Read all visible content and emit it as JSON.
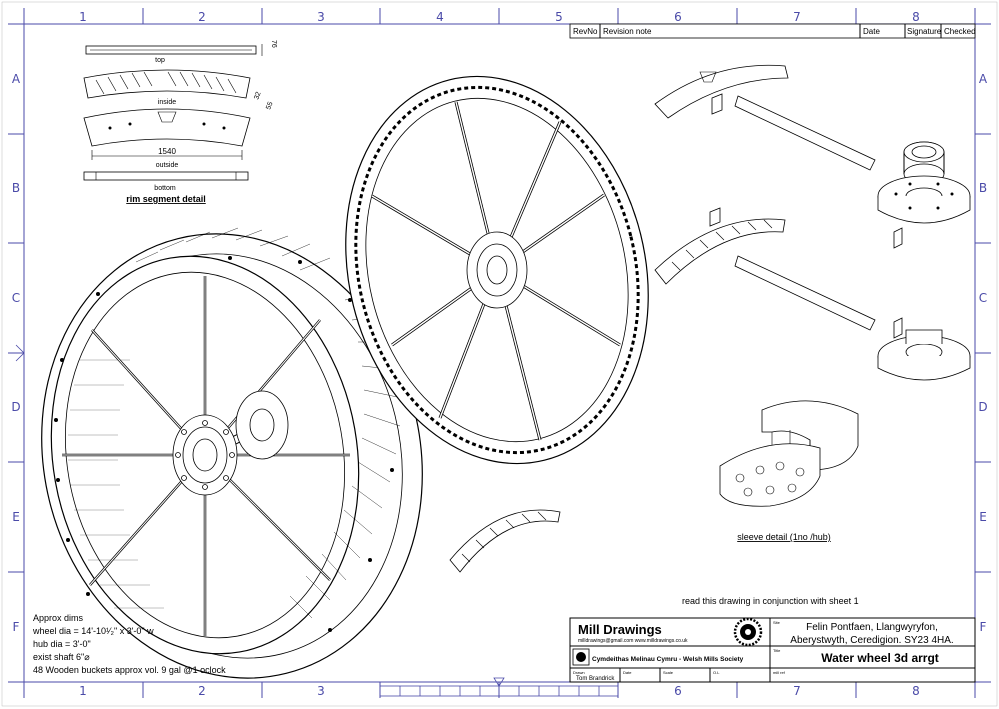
{
  "grid": {
    "columns": [
      "1",
      "2",
      "3",
      "4",
      "5",
      "6",
      "7",
      "8"
    ],
    "rows": [
      "A",
      "B",
      "C",
      "D",
      "E",
      "F"
    ]
  },
  "revision_table": {
    "rev_no": "RevNo",
    "revision_note": "Revision note",
    "date": "Date",
    "signature": "Signature",
    "checked": "Checked"
  },
  "rim_detail": {
    "dim_76": "76",
    "label_top": "top",
    "label_inside": "inside",
    "dim_32": "32",
    "dim_55": "55",
    "dim_1540": "1540",
    "label_outside": "outside",
    "label_bottom": "bottom",
    "title": "rim segment detail"
  },
  "sleeve_detail": "sleeve detail (1no /hub)",
  "note_sheet": "read this drawing in conjunction with sheet 1",
  "approx_dims": {
    "heading": "Approx dims",
    "wheel_dia": "wheel dia = 14'-10¹⁄₂\" x 3'-0\" w",
    "hub_dia": "hub dia = 3'-0\"",
    "shaft": "exist shaft 6\"⌀",
    "buckets": "48 Wooden buckets approx vol. 9 gal @1 oclock"
  },
  "title_block": {
    "company": "Mill Drawings",
    "contact": "milldrawings@gmail.com  www.milldrawings.co.uk",
    "society": "Cymdeithas Melinau Cymru - Welsh Mills Society",
    "location_line1": "Felin Pontfaen, Llangwyryfon,",
    "location_line2": "Aberystwyth, Ceredigion. SY23 4HA.",
    "drawing_title": "Water wheel 3d arrgt",
    "drawn_label": "Drawn",
    "drawn_by": "Tom Brandrick",
    "date_label": "Date",
    "scale_label": "Scale",
    "ol_label": "O.L",
    "ref_label": "mill ref",
    "title_label": "Title",
    "site_label": "Site"
  }
}
